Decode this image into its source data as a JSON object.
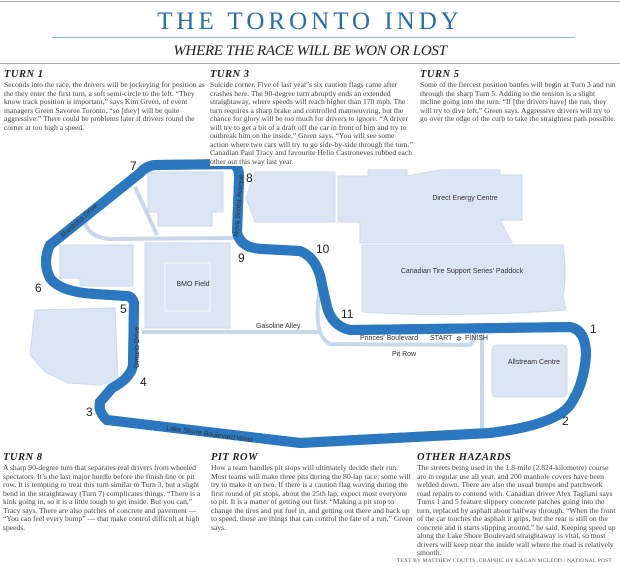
{
  "header": {
    "title": "THE TORONTO INDY",
    "subtitle": "WHERE THE RACE WILL BE WON OR LOST"
  },
  "sections": {
    "turn1": {
      "heading": "TURN 1",
      "text": "Seconds into the race, the drivers will be jockeying for position as the they enter the first turn, a soft semi-circle to the left. “They know track position is important,” says Kim Green, of event managers Green Savoree Toronto, “so [they] will be quite aggressive.” There could be problems later if drivers round the corner at too high a speed."
    },
    "turn3": {
      "heading": "TURN 3",
      "text": "Suicide corner. Five of last year’s six caution flags came after crashes here. The 90-degree turn abruptly ends an extended straightaway, where speeds will reach higher than 170 mph. The turn requires a sharp brake and controlled manoeuvring, but the chance for glory will be too much for drivers to ignore. “A driver will try to get a bit of a draft off the car in front of him and try to outbreak him on the inside,” Green says. “You will see some action where two cars will try to go side-by-side through the turn.” Canadian Paul Tracy and favourite Helio Castroneves rubbed each other out this way last year."
    },
    "turn5": {
      "heading": "TURN 5",
      "text": "Some of the fiercest position battles will begin at Turn 3 and run through the sharp Turn 5. Adding to the tension is a slight incline going into the turn. “If [the drivers have] the run, they will try to dive left,” Green says. Aggressive drivers will try to go over the edge of the curb to take the straightest path possible."
    },
    "turn8": {
      "heading": "TURN 8",
      "text": "A sharp 90-degree turn that separates real drivers from wheeled spectators. It’s the last major hurdle before the finish line or pit row. It is tempting to treat this turn similar to Turn 3, but a slight bend in the straightaway (Turn 7) complicates things. “There is a kink going in, so it is a little tough to get inside. But you can,” Tracy says. There are also patches of concrete and pavement — “You can feel every bump” — that make control difficult at high speeds."
    },
    "pitrow": {
      "heading": "PIT ROW",
      "text": "How a team handles pit stops will ultimately decide their run. Most teams will make three pits during the 80-lap race; some will try to make it on two. If there is a caution flag waving during the first round of pit stops, about the 25th lap, expect most everyone to pit. It is a matter of getting out first. “Making a pit stop to change the tires and put fuel in, and getting out there and back up to speed, those are things that can control the fate of a run,” Green says."
    },
    "hazards": {
      "heading": "OTHER HAZARDS",
      "text": "The streets being used in the 1.8-mile (2.824-kilometre) course are in regular use all year, and 200 manhole covers have been welded down. There are also the usual bumps and patchwork road repairs to contend with. Canadian driver Alex Tagliani says Turns 1 and 5 feature slippery concrete patches going into the turn, replaced by asphalt about halfway through. “When the front of the car touches the asphalt it grips, but the rear is still on the concrete and it starts slipping around,” he said. Keeping speed up along the Lake Shore Boulevard straightaway is vital, so most drivers will keep near the inside wall where the road is relatively smooth."
    }
  },
  "map": {
    "buildings": [
      "BMO Field",
      "Direct Energy Centre",
      "Canadian Tire Support Series' Paddock",
      "Allstream Centre"
    ],
    "streets": [
      "Manitoba Drive",
      "Nova Scotia Avenue",
      "Gasoline Alley",
      "Ontario Drive",
      "Princes' Boulevard",
      "Pit Row",
      "Lake Shore Boulevard West"
    ],
    "start_finish": {
      "start": "START",
      "finish": "FINISH",
      "icon": "checkered-flag-icon"
    },
    "turns": [
      "1",
      "2",
      "3",
      "4",
      "5",
      "6",
      "7",
      "8",
      "9",
      "10",
      "11"
    ],
    "colors": {
      "track": "#2b78c0",
      "buildings": "#dce5f3",
      "roads": "#c9d7ec",
      "title": "#2b6ea6"
    }
  },
  "credit": "TEXT BY MATTHEW COUTTS, GRAPHIC BY KAGAN MCLEOD / NATIONAL POST"
}
